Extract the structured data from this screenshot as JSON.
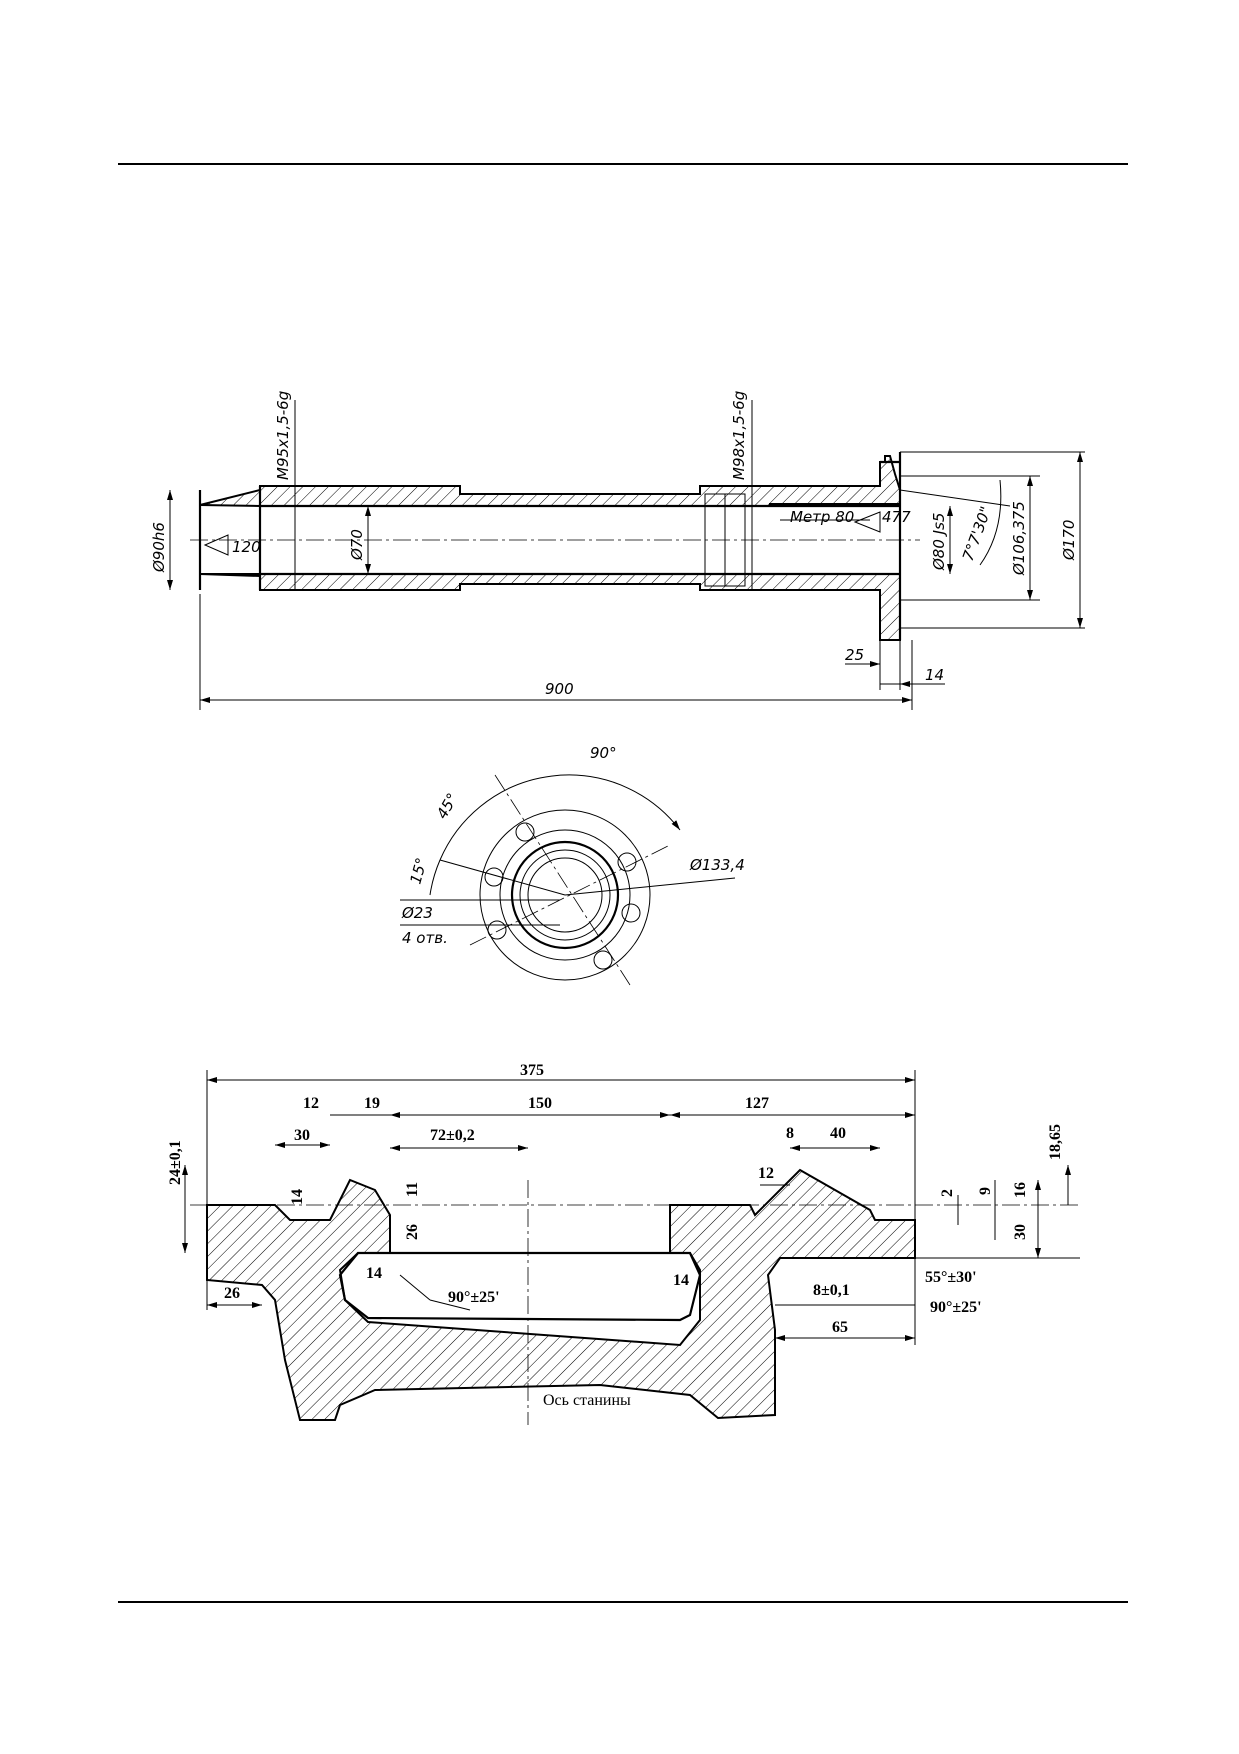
{
  "drawing_1": {
    "thread_left": "M95x1,5-6g",
    "thread_right": "M98x1,5-6g",
    "dia_outer": "Ø90h6",
    "taper_left": "120",
    "dia_bore": "Ø70",
    "taper_right": "Метр 80",
    "taper_right_num": "477",
    "dia_80": "Ø80 Js5",
    "angle": "7°7'30\"",
    "dia_106": "Ø106,375",
    "dia_170": "Ø170",
    "dim_25": "25",
    "dim_14": "14",
    "dim_900": "900"
  },
  "drawing_2": {
    "angle_90": "90°",
    "angle_45": "45°",
    "angle_15": "15°",
    "dia_133": "Ø133,4",
    "dia_23": "Ø23",
    "holes": "4 отв."
  },
  "drawing_3": {
    "dim_375": "375",
    "dim_12a": "12",
    "dim_19": "19",
    "dim_150": "150",
    "dim_127": "127",
    "dim_30": "30",
    "dim_72": "72±0,2",
    "dim_8": "8",
    "dim_40": "40",
    "dim_24": "24±0,1",
    "dim_18_65": "18,65",
    "dim_14a": "14",
    "dim_11": "11",
    "dim_26a": "26",
    "dim_12b": "12",
    "dim_2": "2",
    "dim_9": "9",
    "dim_16": "16",
    "dim_30b": "30",
    "dim_14b": "14",
    "dim_14c": "14",
    "angle_90a": "90°±25'",
    "dim_26b": "26",
    "dim_8b": "8±0,1",
    "angle_55": "55°±30'",
    "angle_90b": "90°±25'",
    "dim_65": "65",
    "axis_label": "Ось станины"
  }
}
